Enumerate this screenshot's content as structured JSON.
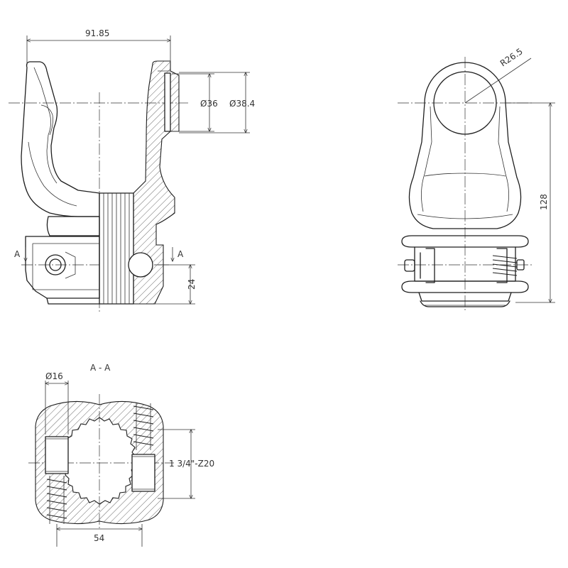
{
  "views": {
    "front": {
      "width_dim": "91.85",
      "bore_dim": "Ø36",
      "outer_dim": "Ø38.4",
      "hub_dim": "24",
      "section_left": "A",
      "section_right": "A"
    },
    "side": {
      "radius_dim": "R26.5",
      "height_dim": "128"
    },
    "section": {
      "title": "A - A",
      "pin_dim": "Ø16",
      "spline_dim": "1 3/4\"-Z20",
      "width_dim": "54"
    }
  },
  "style": {
    "line_color": "#1e1e1e",
    "background": "#ffffff"
  }
}
